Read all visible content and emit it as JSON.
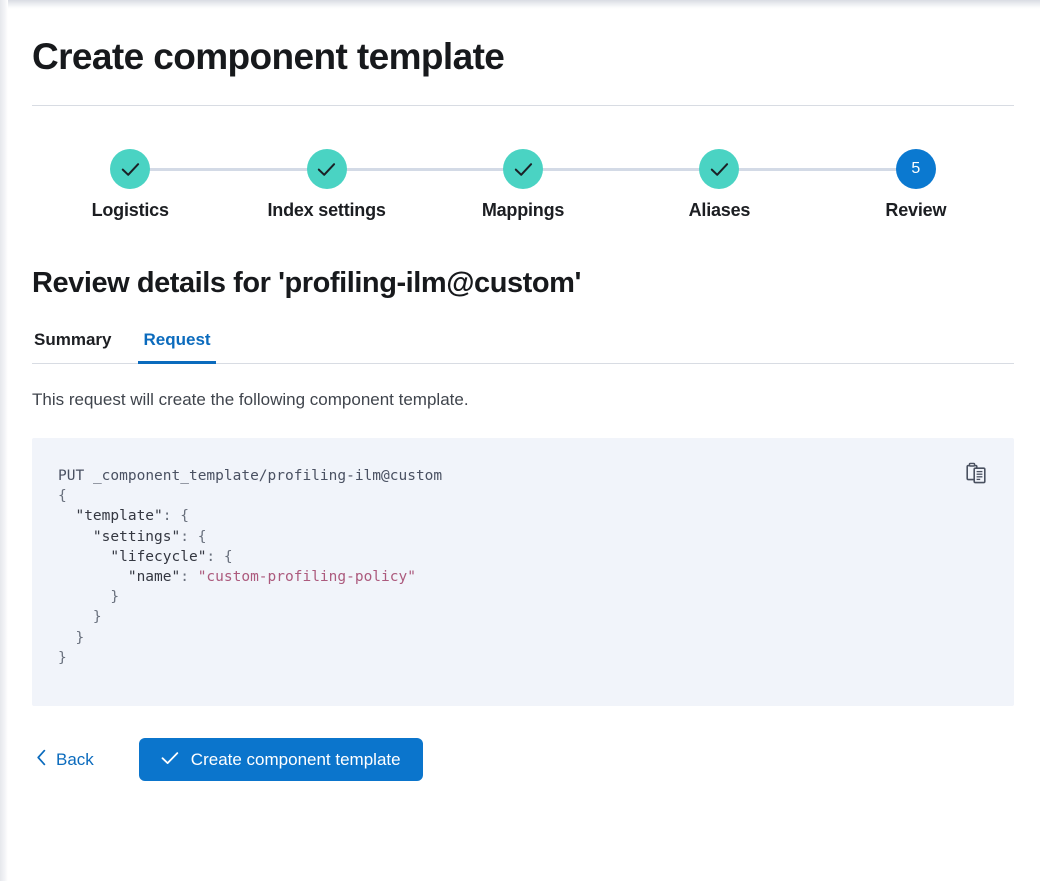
{
  "page": {
    "title": "Create component template"
  },
  "stepper": {
    "steps": [
      {
        "label": "Logistics",
        "state": "complete",
        "number": "1",
        "icon": "check-icon"
      },
      {
        "label": "Index settings",
        "state": "complete",
        "number": "2",
        "icon": "check-icon"
      },
      {
        "label": "Mappings",
        "state": "complete",
        "number": "3",
        "icon": "check-icon"
      },
      {
        "label": "Aliases",
        "state": "complete",
        "number": "4",
        "icon": "check-icon"
      },
      {
        "label": "Review",
        "state": "current",
        "number": "5",
        "icon": ""
      }
    ]
  },
  "review": {
    "section_title": "Review details for 'profiling-ilm@custom'",
    "tabs": [
      {
        "label": "Summary",
        "active": false
      },
      {
        "label": "Request",
        "active": true
      }
    ],
    "description": "This request will create the following component template.",
    "request": {
      "method": "PUT",
      "path": "_component_template/profiling-ilm@custom",
      "body_lines": [
        "{",
        "  \"template\": {",
        "    \"settings\": {",
        "      \"lifecycle\": {",
        "        \"name\": \"custom-profiling-policy\"",
        "      }",
        "    }",
        "  }",
        "}"
      ],
      "keys": [
        "template",
        "settings",
        "lifecycle",
        "name"
      ],
      "string_values": [
        "custom-profiling-policy"
      ],
      "copy_icon": "copy-clipboard-icon"
    }
  },
  "footer": {
    "back_label": "Back",
    "back_icon": "chevron-left-icon",
    "submit_label": "Create component template",
    "submit_icon": "check-icon"
  },
  "colors": {
    "accent_blue": "#0b79d0",
    "primary_button": "#0b75cc",
    "link_blue": "#0b6bbd",
    "complete_teal": "#4ad3c3",
    "connector_gray": "#d3dae6",
    "code_background": "#f1f4fa",
    "code_string": "#ac5a7d",
    "divider": "#d8dce3",
    "text_dark": "#17191c"
  }
}
